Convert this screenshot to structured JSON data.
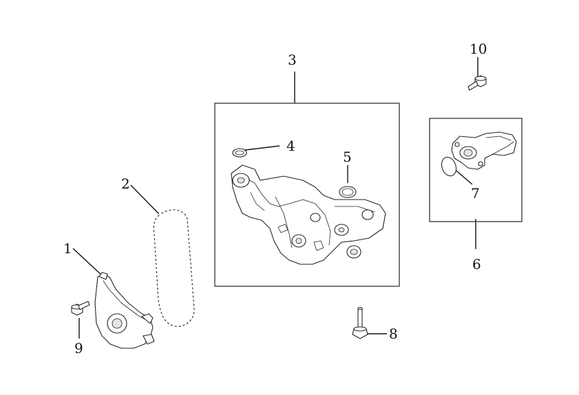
{
  "callouts": [
    {
      "id": "1",
      "label": "1"
    },
    {
      "id": "2",
      "label": "2"
    },
    {
      "id": "3",
      "label": "3"
    },
    {
      "id": "4",
      "label": "4"
    },
    {
      "id": "5",
      "label": "5"
    },
    {
      "id": "6",
      "label": "6"
    },
    {
      "id": "7",
      "label": "7"
    },
    {
      "id": "8",
      "label": "8"
    },
    {
      "id": "9",
      "label": "9"
    },
    {
      "id": "10",
      "label": "10"
    }
  ],
  "colors": {
    "line": "#222222",
    "background": "#ffffff",
    "shade": "#e4e4e4"
  }
}
